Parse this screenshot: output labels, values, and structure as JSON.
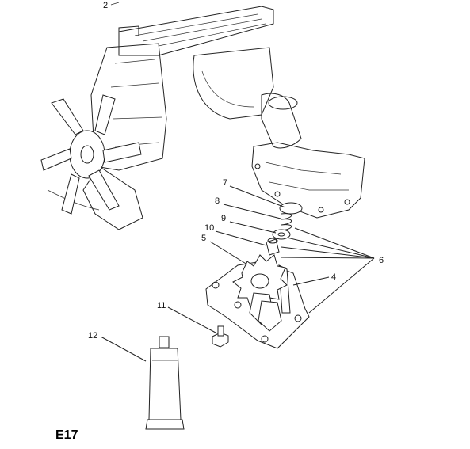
{
  "figure_label": "E17",
  "callouts": {
    "c2": "2",
    "c4": "4",
    "c5": "5",
    "c6": "6",
    "c7": "7",
    "c8": "8",
    "c9": "9",
    "c10": "10",
    "c11": "11",
    "c12": "12"
  },
  "colors": {
    "line": "#222222",
    "background": "#ffffff"
  }
}
